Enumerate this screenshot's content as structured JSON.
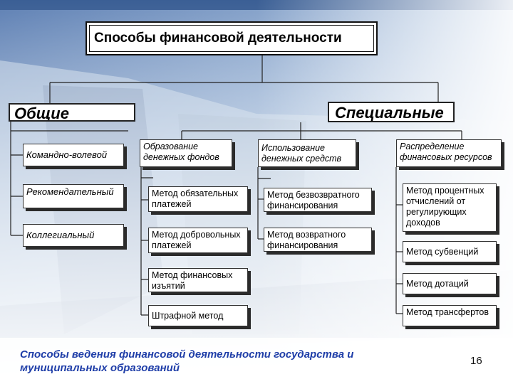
{
  "title": "Способы финансовой деятельности",
  "general": {
    "header": "Общие",
    "items": [
      "Командно-волевой",
      "Рекомендательный",
      "Коллегиальный"
    ]
  },
  "special": {
    "header": "Специальные",
    "groups": [
      {
        "label": "Образование денежных фондов",
        "items": [
          "Метод обязательных платежей",
          "Метод добровольных платежей",
          "Метод финансовых изъятий",
          "Штрафной метод"
        ]
      },
      {
        "label": "Использование денежных средств",
        "items": [
          "Метод безвозвратного финансирования",
          "Метод возвратного финансирования"
        ]
      },
      {
        "label": "Распределение финансовых ресурсов",
        "items": [
          "Метод процентных отчислений от регулирующих доходов",
          "Метод субвенций",
          "Метод дотаций",
          "Метод трансфертов"
        ]
      }
    ]
  },
  "footer": "Способы  ведения финансовой деятельности государства и муниципальных образований",
  "page_number": "16",
  "colors": {
    "footer_text": "#1f3ea8",
    "background_top": "#4a6fa5"
  }
}
